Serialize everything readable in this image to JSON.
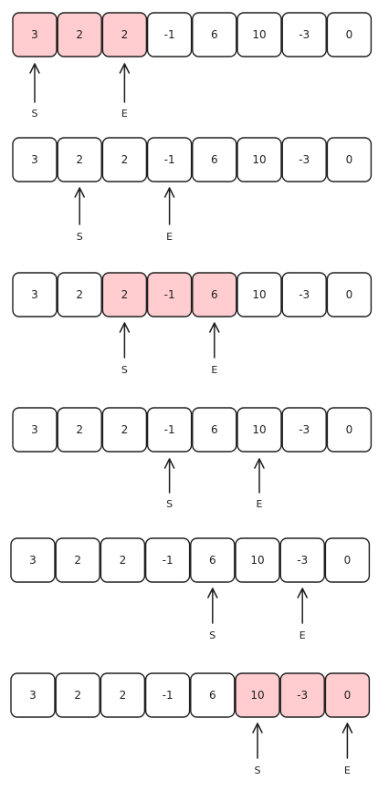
{
  "colors": {
    "highlight": "#ffcdd0",
    "cell": "#ffffff",
    "stroke": "#1e1e1e"
  },
  "rows": [
    {
      "values": [
        "3",
        "2",
        "2",
        "-1",
        "6",
        "10",
        "-3",
        "0"
      ],
      "highlight": [
        0,
        1,
        2
      ],
      "start_index": 0,
      "end_index": 2,
      "start_label": "S",
      "end_label": "E"
    },
    {
      "values": [
        "3",
        "2",
        "2",
        "-1",
        "6",
        "10",
        "-3",
        "0"
      ],
      "highlight": [],
      "start_index": 1,
      "end_index": 3,
      "start_label": "S",
      "end_label": "E"
    },
    {
      "values": [
        "3",
        "2",
        "2",
        "-1",
        "6",
        "10",
        "-3",
        "0"
      ],
      "highlight": [
        2,
        3,
        4
      ],
      "start_index": 2,
      "end_index": 4,
      "start_label": "S",
      "end_label": "E"
    },
    {
      "values": [
        "3",
        "2",
        "2",
        "-1",
        "6",
        "10",
        "-3",
        "0"
      ],
      "highlight": [],
      "start_index": 3,
      "end_index": 5,
      "start_label": "S",
      "end_label": "E"
    },
    {
      "values": [
        "3",
        "2",
        "2",
        "-1",
        "6",
        "10",
        "-3",
        "0"
      ],
      "highlight": [],
      "start_index": 4,
      "end_index": 6,
      "start_label": "S",
      "end_label": "E"
    },
    {
      "values": [
        "3",
        "2",
        "2",
        "-1",
        "6",
        "10",
        "-3",
        "0"
      ],
      "highlight": [
        5,
        6,
        7
      ],
      "start_index": 5,
      "end_index": 7,
      "start_label": "S",
      "end_label": "E"
    }
  ]
}
